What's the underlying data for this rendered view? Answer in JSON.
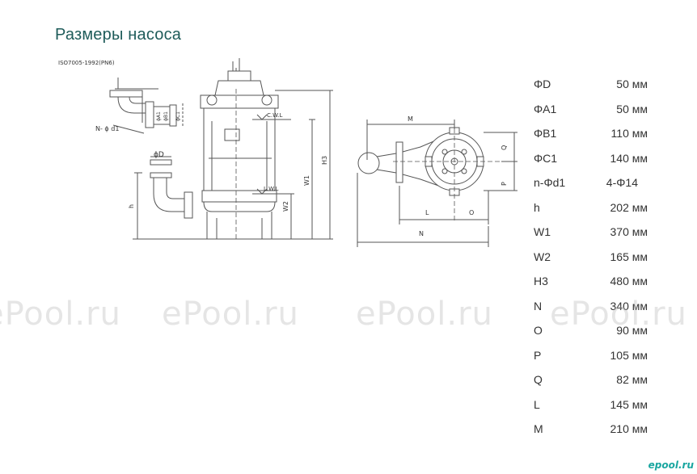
{
  "title": "Размеры насоса",
  "diagram_labels": {
    "standard": "ISO7005-1992(PN6)",
    "n_d1": "N- ϕ d1",
    "phi_d": "ϕD",
    "phi_a1": "ϕA1",
    "phi_b1": "ϕB1",
    "phi_c1": "ϕC1",
    "cwl": "C.W.L",
    "lwl": "L.W.L",
    "h": "h",
    "w1": "W1",
    "w2": "W2",
    "h3": "H3",
    "m": "M",
    "n": "N",
    "l": "L",
    "o": "O",
    "p": "P",
    "q": "Q"
  },
  "specs": [
    {
      "label": "ΦD",
      "value": "50 мм"
    },
    {
      "label": "ΦA1",
      "value": "50 мм"
    },
    {
      "label": "ΦB1",
      "value": "110 мм"
    },
    {
      "label": "ΦC1",
      "value": "140 мм"
    },
    {
      "label": "n-Φd1",
      "value": "4-Φ14"
    },
    {
      "label": "h",
      "value": "202 мм"
    },
    {
      "label": "W1",
      "value": "370 мм"
    },
    {
      "label": "W2",
      "value": "165 мм"
    },
    {
      "label": "H3",
      "value": "480 мм"
    },
    {
      "label": "N",
      "value": "340 мм"
    },
    {
      "label": "O",
      "value": "90 мм"
    },
    {
      "label": "P",
      "value": "105 мм"
    },
    {
      "label": "Q",
      "value": "82 мм"
    },
    {
      "label": "L",
      "value": "145 мм"
    },
    {
      "label": "M",
      "value": "210 мм"
    }
  ],
  "watermark": "ePool.ru",
  "logo": "epool.ru",
  "colors": {
    "title": "#1f5c5a",
    "line": "#555555",
    "logo": "#19a6a0"
  }
}
